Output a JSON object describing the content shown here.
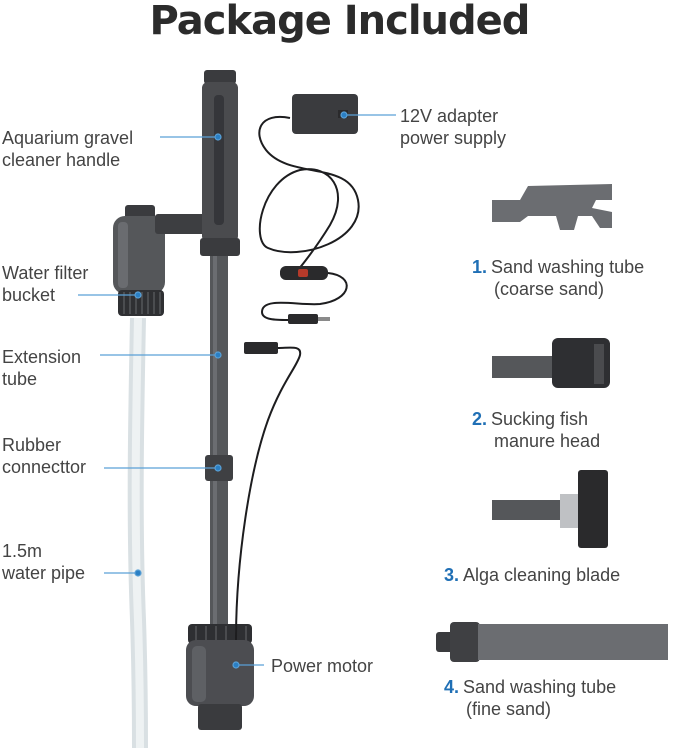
{
  "title": "Package Included",
  "labels": {
    "handle": [
      "Aquarium gravel",
      "cleaner handle"
    ],
    "filter": [
      "Water filter",
      "bucket"
    ],
    "extension": [
      "Extension",
      "tube"
    ],
    "rubber": [
      "Rubber",
      "connecttor"
    ],
    "pipe": [
      "1.5m",
      "water pipe"
    ],
    "motor": "Power motor",
    "adapter": [
      "12V adapter",
      "power supply"
    ]
  },
  "accessories": [
    {
      "num": "1.",
      "lines": [
        "Sand washing tube",
        "(coarse sand)"
      ]
    },
    {
      "num": "2.",
      "lines": [
        "Sucking fish",
        "manure head"
      ]
    },
    {
      "num": "3.",
      "lines": [
        "Alga cleaning blade"
      ]
    },
    {
      "num": "4.",
      "lines": [
        "Sand washing tube",
        "(fine sand)"
      ]
    }
  ],
  "colors": {
    "accent": "#1f6fb5",
    "device": "#4a4b4e",
    "device_dark": "#2f3033",
    "pipe": "#dde3e5"
  }
}
